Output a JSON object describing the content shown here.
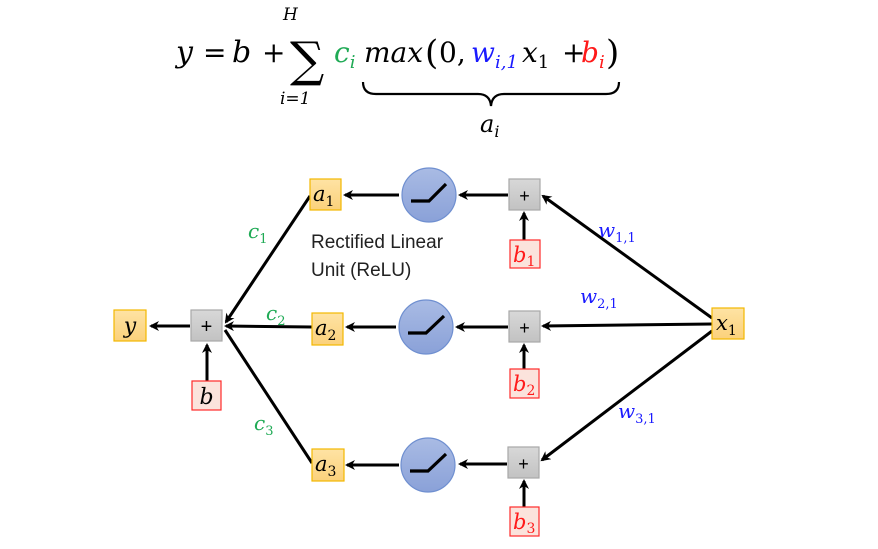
{
  "colors": {
    "weight": "#1a1aff",
    "bias": "#ff1a1a",
    "coef": "#1faa55",
    "node_fill": "#fdd88a",
    "node_stroke": "#f2b800",
    "sum_fill": "#cfcfcf",
    "sum_stroke": "#a8a8a8",
    "bias_fill": "#fbe3dc",
    "bias_stroke": "#ff2a2a",
    "relu_fill": "#98acdc",
    "relu_stroke": "#6f8fd0",
    "arrow": "#000000"
  },
  "formula": {
    "lhs": "y",
    "equals": "=",
    "b": "b",
    "plus1": "+",
    "sigma": "∑",
    "sigma_upper": "H",
    "sigma_lower": "i=1",
    "c": "c",
    "c_sub": "i",
    "max": "max",
    "open": "(",
    "zero": "0,",
    "w": "w",
    "w_sub": "i,1",
    "x": "x",
    "x_sub": "1",
    "plus2": "+",
    "bi": "b",
    "bi_sub": "i",
    "close": ")",
    "brace_label": "a",
    "brace_label_sub": "i"
  },
  "diagram": {
    "relu_caption_line1": "Rectified Linear",
    "relu_caption_line2": "Unit (ReLU)",
    "output_node": {
      "name": "y",
      "sub": ""
    },
    "input_node": {
      "name": "x",
      "sub": "1"
    },
    "output_bias": {
      "name": "b",
      "sub": ""
    },
    "sum_symbol": "+",
    "units": [
      {
        "activation": "a",
        "index": "1",
        "bias": "b",
        "bias_sub": "1",
        "coef": "c",
        "coef_sub": "1",
        "weight": "w",
        "weight_sub": "1,1"
      },
      {
        "activation": "a",
        "index": "2",
        "bias": "b",
        "bias_sub": "2",
        "coef": "c",
        "coef_sub": "2",
        "weight": "w",
        "weight_sub": "2,1"
      },
      {
        "activation": "a",
        "index": "3",
        "bias": "b",
        "bias_sub": "3",
        "coef": "c",
        "coef_sub": "3",
        "weight": "w",
        "weight_sub": "3,1"
      }
    ]
  }
}
